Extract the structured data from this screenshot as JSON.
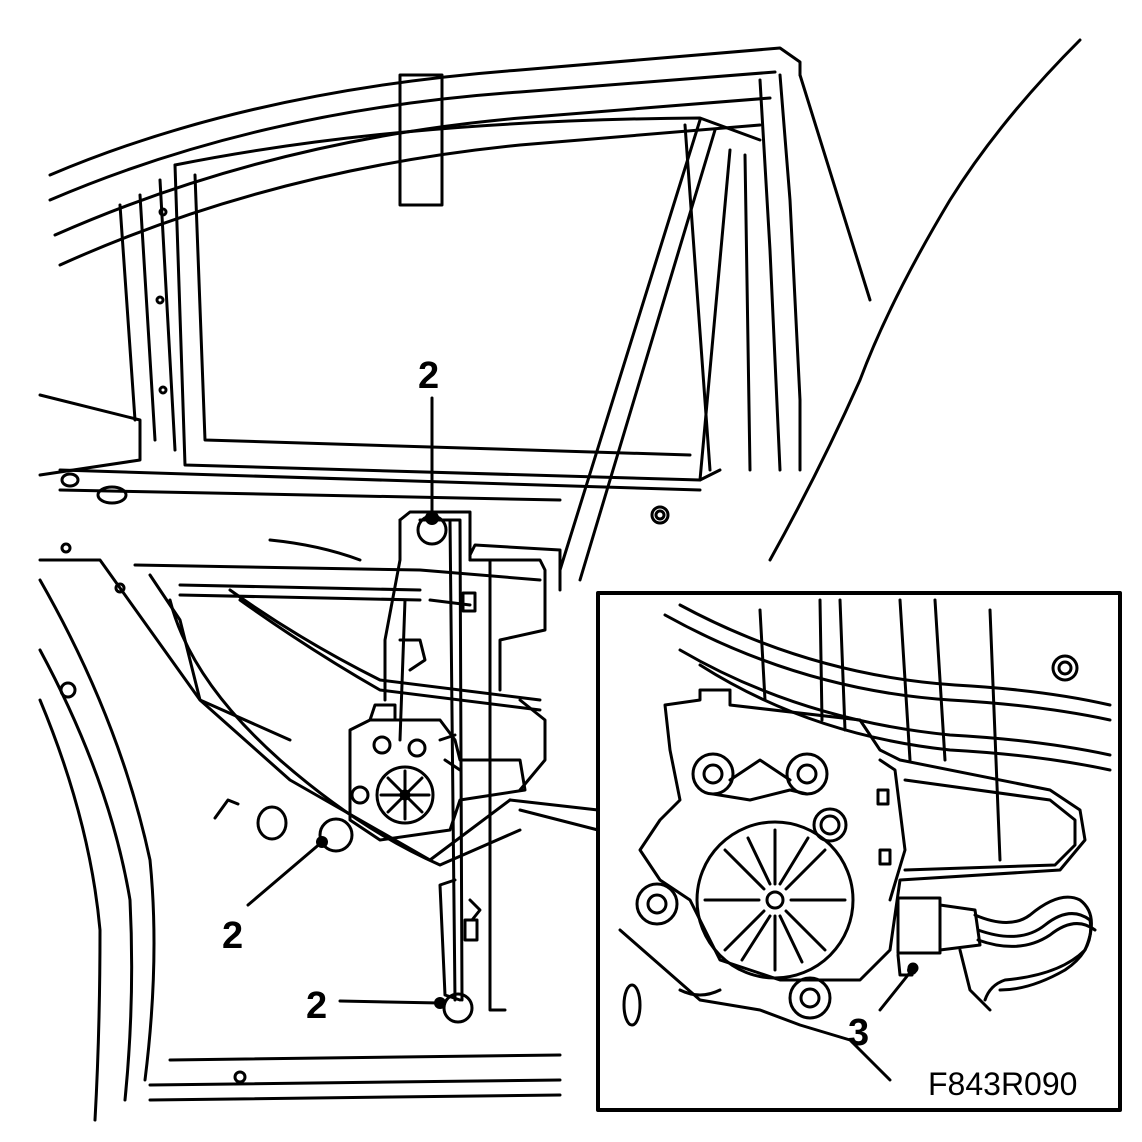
{
  "diagram": {
    "callouts": {
      "bolt_upper": "2",
      "bolt_middle": "2",
      "bolt_lower": "2",
      "motor_screw": "3"
    },
    "figure_id": "F843R090",
    "colors": {
      "line": "#000000",
      "background": "#ffffff"
    }
  }
}
